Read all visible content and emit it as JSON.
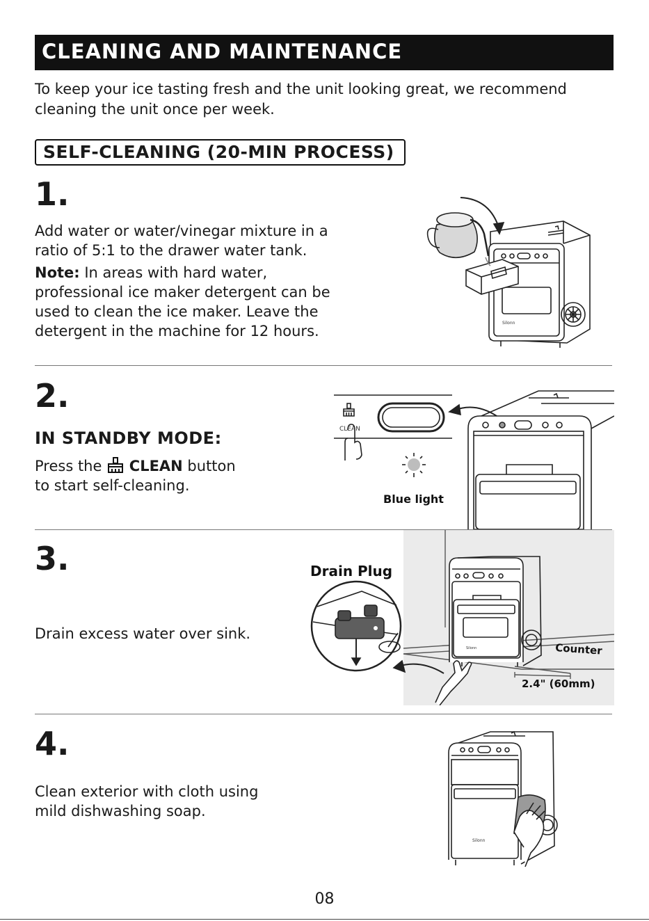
{
  "banner_title": "CLEANING AND MAINTENANCE",
  "intro_line1": "To keep your ice tasting fresh and the unit looking great, we recommend",
  "intro_line2": "cleaning the unit once per week.",
  "section_title": "SELF-CLEANING (20-MIN PROCESS)",
  "steps": [
    {
      "number": "1.",
      "lines": [
        "Add water or water/vinegar mixture in a",
        "ratio of 5:1 to the drawer water tank."
      ],
      "note_label": "Note:",
      "note_lines": [
        " In areas with hard water,",
        "professional ice maker detergent can be",
        "used to clean the ice maker. Leave the",
        "detergent in the machine for 12 hours."
      ],
      "brand": "Silonn"
    },
    {
      "number": "2.",
      "heading": "IN STANDBY MODE:",
      "press_prefix": "Press the ",
      "button_name": "CLEAN",
      "press_suffix": " button",
      "line2": "to start self-cleaning.",
      "button_caption": "CLEAN",
      "light_label": "Blue light"
    },
    {
      "number": "3.",
      "text": "Drain excess water over sink.",
      "drain_label": "Drain Plug",
      "counter_label": "Counter",
      "distance_label": "2.4\" (60mm)",
      "brand": "Silonn"
    },
    {
      "number": "4.",
      "lines": [
        "Clean exterior with cloth using",
        "mild dishwashing soap."
      ],
      "brand": "Silonn"
    }
  ],
  "page_number": "08",
  "colors": {
    "banner_bg": "#111111",
    "banner_text": "#ffffff",
    "text": "#1a1a1a"
  }
}
